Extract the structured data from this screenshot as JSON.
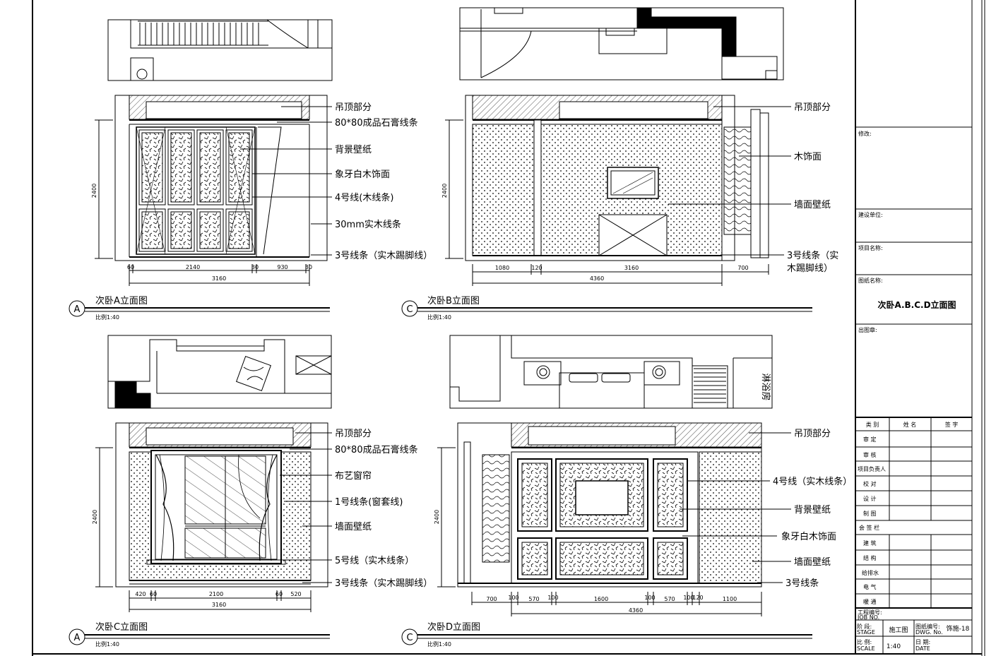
{
  "elevations": {
    "a": {
      "title": "次卧A立面图",
      "scale": "比例1:40",
      "marker": "A",
      "height": "2400",
      "labels": [
        "吊顶部分",
        "80*80成品石膏线条",
        "背景壁纸",
        "象牙白木饰面",
        "4号线(木线条)",
        "30mm实木线条",
        "3号线条（实木踢脚线）"
      ],
      "dims": [
        "60",
        "2140",
        "30",
        "930",
        "30"
      ],
      "total": "3160"
    },
    "b": {
      "title": "次卧B立面图",
      "scale": "比例1:40",
      "marker": "C",
      "height": "2400",
      "labels": [
        "吊顶部分",
        "木饰面",
        "墙面壁纸",
        "3号线条（实",
        "木踢脚线）"
      ],
      "dims": [
        "1080",
        "120",
        "3160",
        "700"
      ],
      "total": "4360"
    },
    "c": {
      "title": "次卧C立面图",
      "scale": "比例1:40",
      "marker": "A",
      "height": "2400",
      "labels": [
        "吊顶部分",
        "80*80成品石膏线条",
        "布艺窗帘",
        "1号线条(窗套线)",
        "墙面壁纸",
        "5号线（实木线条）",
        "3号线条（实木踢脚线）"
      ],
      "dims": [
        "420",
        "60",
        "2100",
        "60",
        "520"
      ],
      "total": "3160"
    },
    "d": {
      "title": "次卧D立面图",
      "scale": "比例1:40",
      "marker": "C",
      "height": "2400",
      "labels": [
        "吊顶部分",
        "4号线（实木线条）",
        "背景壁纸",
        "象牙白木饰面",
        "墙面壁纸",
        "3号线条"
      ],
      "dims": [
        "700",
        "100",
        "570",
        "100",
        "1600",
        "100",
        "570",
        "100",
        "120",
        "1100"
      ],
      "total": "4360",
      "room_tag": "淋浴房"
    }
  },
  "title_block": {
    "revision": "修改:",
    "client": "建设单位:",
    "project": "项目名称:",
    "drawing_name_label": "图纸名称:",
    "drawing_name": "次卧A.B.C.D立面图",
    "issued": "出图章:",
    "headers": [
      "类 别",
      "姓 名",
      "签 字"
    ],
    "roles": [
      "审 定",
      "审 核",
      "项目负责人",
      "校 对",
      "设 计",
      "制 图"
    ],
    "countersign": "会 签 栏",
    "disciplines": [
      "建 筑",
      "结 构",
      "给排水",
      "电 气",
      "暖 通"
    ],
    "job_no_cn": "工程编号:",
    "job_no_en": "JOB NO.",
    "stage_cn": "阶 段:",
    "stage_en": "STAGE",
    "stage_value": "施工图",
    "dwg_no_cn": "图纸编号:",
    "dwg_no_en": "DWG. No.",
    "dwg_no_value": "饰施-18",
    "scale_cn": "比 例:",
    "scale_en": "SCALE",
    "scale_value": "1:40",
    "date_cn": "日 期:",
    "date_en": "DATE"
  }
}
